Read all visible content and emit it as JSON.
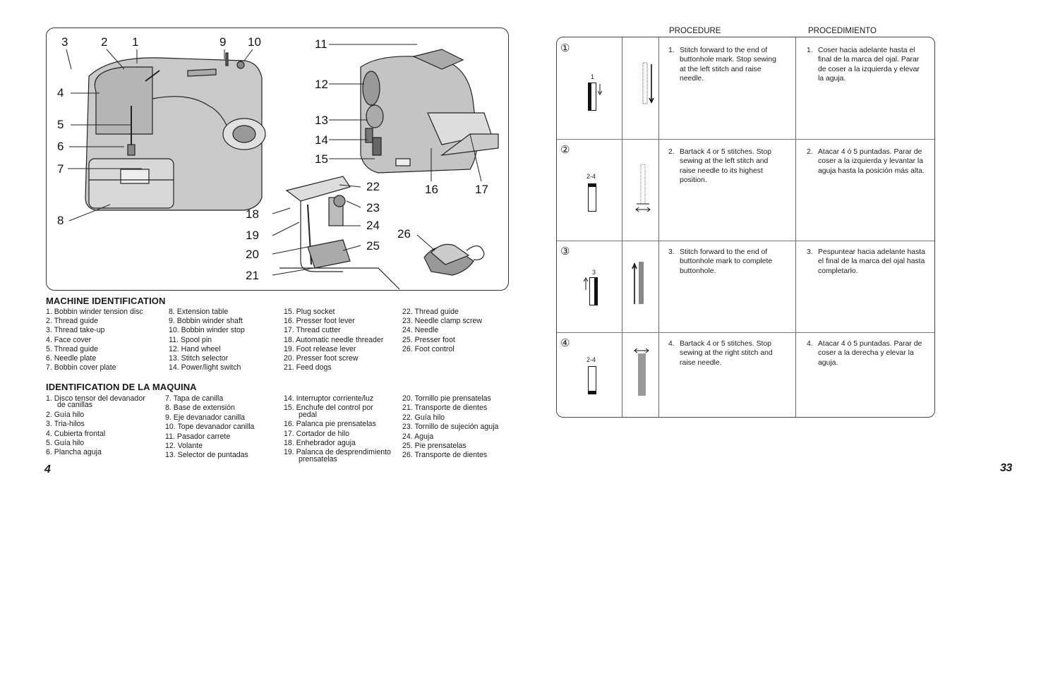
{
  "left_page": {
    "callouts": [
      "3",
      "2",
      "1",
      "9",
      "10",
      "4",
      "5",
      "6",
      "7",
      "8",
      "11",
      "12",
      "13",
      "14",
      "15",
      "16",
      "17",
      "22",
      "23",
      "24",
      "25",
      "26",
      "18",
      "19",
      "20",
      "21"
    ],
    "machine_identification": {
      "title": "MACHINE IDENTIFICATION",
      "col1": [
        "1. Bobbin winder tension disc",
        "2. Thread guide",
        "3. Thread take-up",
        "4. Face cover",
        "5. Thread guide",
        "6. Needle plate",
        "7. Bobbin cover plate"
      ],
      "col2": [
        "8. Extension table",
        "9. Bobbin winder shaft",
        "10. Bobbin winder stop",
        "11. Spool pin",
        "12. Hand wheel",
        "13. Stitch selector",
        "14. Power/light switch"
      ],
      "col3": [
        "15. Plug socket",
        "16. Presser foot lever",
        "17. Thread cutter",
        "18. Automatic needle threader",
        "19. Foot release lever",
        "20. Presser foot screw",
        "21. Feed dogs"
      ],
      "col4": [
        "22. Thread guide",
        "23. Needle clamp screw",
        "24. Needle",
        "25. Presser foot",
        "26. Foot control"
      ]
    },
    "identificacion": {
      "title": "IDENTIFICATION DE LA MAQUINA",
      "col1": [
        "1. Disco tensor del devanador",
        "de canillas",
        "2. Guía hilo",
        "3. Tria-hilos",
        "4. Cubierta frontal",
        "5. Guía hilo",
        "6. Plancha aguja"
      ],
      "col2": [
        "7. Tapa de canilla",
        "8. Base de extensión",
        "9. Eje devanador canilla",
        "10. Tope devanador canilla",
        "11. Pasador carrete",
        "12. Volante",
        "13. Selector de puntadas"
      ],
      "col3": [
        "14. Interruptor corriente/luz",
        "15. Enchufe  del control por",
        "pedal",
        "16. Palanca pie prensatelas",
        "17. Cortador de hilo",
        "18. Enhebrador aguja",
        "19. Palanca de desprendimiento",
        "prensatelas"
      ],
      "col4": [
        "20. Tornillo pie prensatelas",
        "21. Transporte de dientes",
        "22. Guía hilo",
        "23. Tornillo de sujeción aguja",
        "24. Aguja",
        "25. Pie prensatelas",
        "26. Transporte de dientes"
      ]
    },
    "page_number": "4"
  },
  "right_page": {
    "header_procedure": "PROCEDURE",
    "header_procedimiento": "PROCEDIMIENTO",
    "steps": [
      {
        "num": "①",
        "label": "1",
        "en_n": "1.",
        "en": "Stitch forward to the end of buttonhole mark. Stop sewing at the left stitch and raise needle.",
        "es_n": "1.",
        "es": "Coser hacia adelante hasta el final de la marca del ojal. Parar de coser a la izquierda y elevar la aguja."
      },
      {
        "num": "②",
        "label": "2-4",
        "en_n": "2.",
        "en": "Bartack 4 or 5 stitches. Stop sewing at the left stitch and raise needle to its highest position.",
        "es_n": "2.",
        "es": "Atacar 4 ó 5 puntadas. Parar de coser a la izquierda y levantar la aguja hasta la posición más alta."
      },
      {
        "num": "③",
        "label": "3",
        "en_n": "3.",
        "en": "Stitch forward to the end of buttonhole mark to complete buttonhole.",
        "es_n": "3.",
        "es": "Pespuntear hacia adelante hasta el final de la marca del ojal hasta completarlo."
      },
      {
        "num": "④",
        "label": "2-4",
        "en_n": "4.",
        "en": "Bartack 4 or 5 stitches. Stop sewing at the right stitch and raise needle.",
        "es_n": "4.",
        "es": "Atacar 4 ó 5 puntadas. Parar de coser a la derecha y elevar la aguja."
      }
    ],
    "page_number": "33"
  }
}
